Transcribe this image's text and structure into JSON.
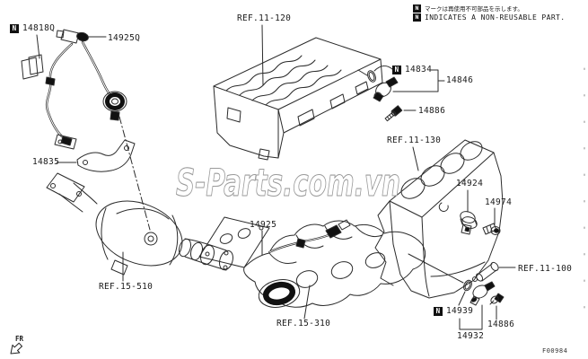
{
  "legend": {
    "symbol": "N",
    "line1_jp": "マークは再使用不可部品を示します。",
    "line2_en": "INDICATES A NON-REUSABLE PART."
  },
  "watermark": "S-Parts.com.vn",
  "figure_code": "F00984",
  "orientation": {
    "label": "FR"
  },
  "parts": {
    "p14818q": {
      "label": "14818Q",
      "non_reusable": true
    },
    "p14925q": {
      "label": "14925Q"
    },
    "p14835": {
      "label": "14835"
    },
    "p14834": {
      "label": "14834",
      "non_reusable": true
    },
    "p14846": {
      "label": "14846"
    },
    "p14886_head": {
      "label": "14886"
    },
    "p14924": {
      "label": "14924"
    },
    "p14974": {
      "label": "14974"
    },
    "p14925": {
      "label": "14925"
    },
    "p14939": {
      "label": "14939",
      "non_reusable": true
    },
    "p14932": {
      "label": "14932"
    },
    "p14886_block": {
      "label": "14886"
    }
  },
  "references": {
    "ref_11_120": {
      "label": "REF.11-120"
    },
    "ref_11_130": {
      "label": "REF.11-130"
    },
    "ref_11_100": {
      "label": "REF.11-100"
    },
    "ref_15_510": {
      "label": "REF.15-510"
    },
    "ref_15_310": {
      "label": "REF.15-310"
    }
  },
  "colors": {
    "line": "#2b2b2b",
    "watermark_stroke": "#9a9a9a"
  }
}
